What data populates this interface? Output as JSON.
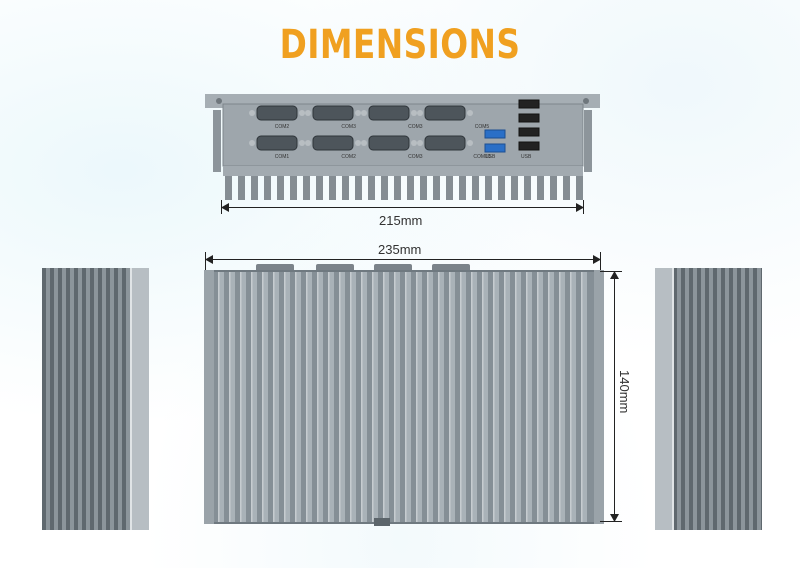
{
  "title": "DIMENSIONS",
  "dimensions": {
    "depth_front": "215mm",
    "width_top": "235mm",
    "height_side": "140mm"
  },
  "ports": {
    "com_labels_top": [
      "COM2",
      "COM3",
      "COM3",
      "COM5"
    ],
    "com_labels_bottom": [
      "COM1",
      "COM2",
      "COM3",
      "COM10"
    ],
    "usb_labels": [
      "USB",
      "USB"
    ]
  },
  "colors": {
    "title": "#f0a020",
    "chassis": "#8c959c",
    "usb_blue": "#2a6fc7"
  }
}
